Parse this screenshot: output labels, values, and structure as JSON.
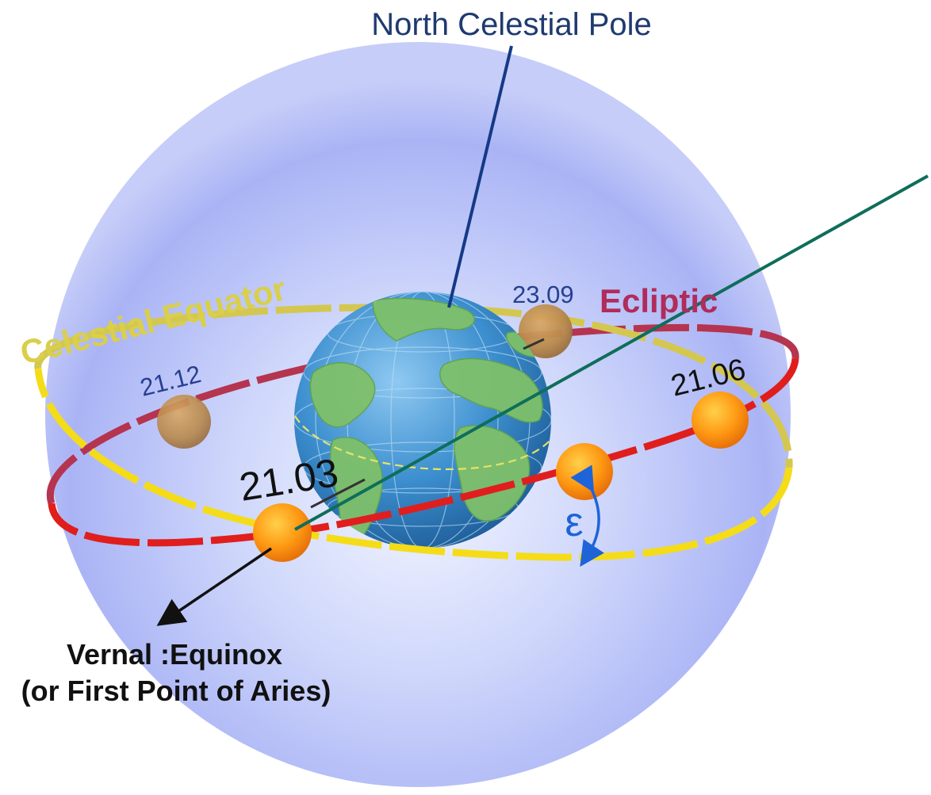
{
  "labels": {
    "north_pole": "North Celestial Pole",
    "celestial_equator": "Celestial Equator",
    "ecliptic": "Ecliptic",
    "vernal_line1": "Vernal :Equinox",
    "vernal_line2": "(or First Point of Aries)",
    "epsilon": "ε"
  },
  "dates": {
    "march": "21.03",
    "june": "21.06",
    "september": "23.09",
    "december": "21.12"
  },
  "colors": {
    "sphere": "#a9b6f6",
    "equator": "#f5dc18",
    "ecliptic": "#e01e1e",
    "pole_line": "#153a86",
    "sun_line": "#0e6e5a",
    "epsilon": "#1e64d8"
  }
}
